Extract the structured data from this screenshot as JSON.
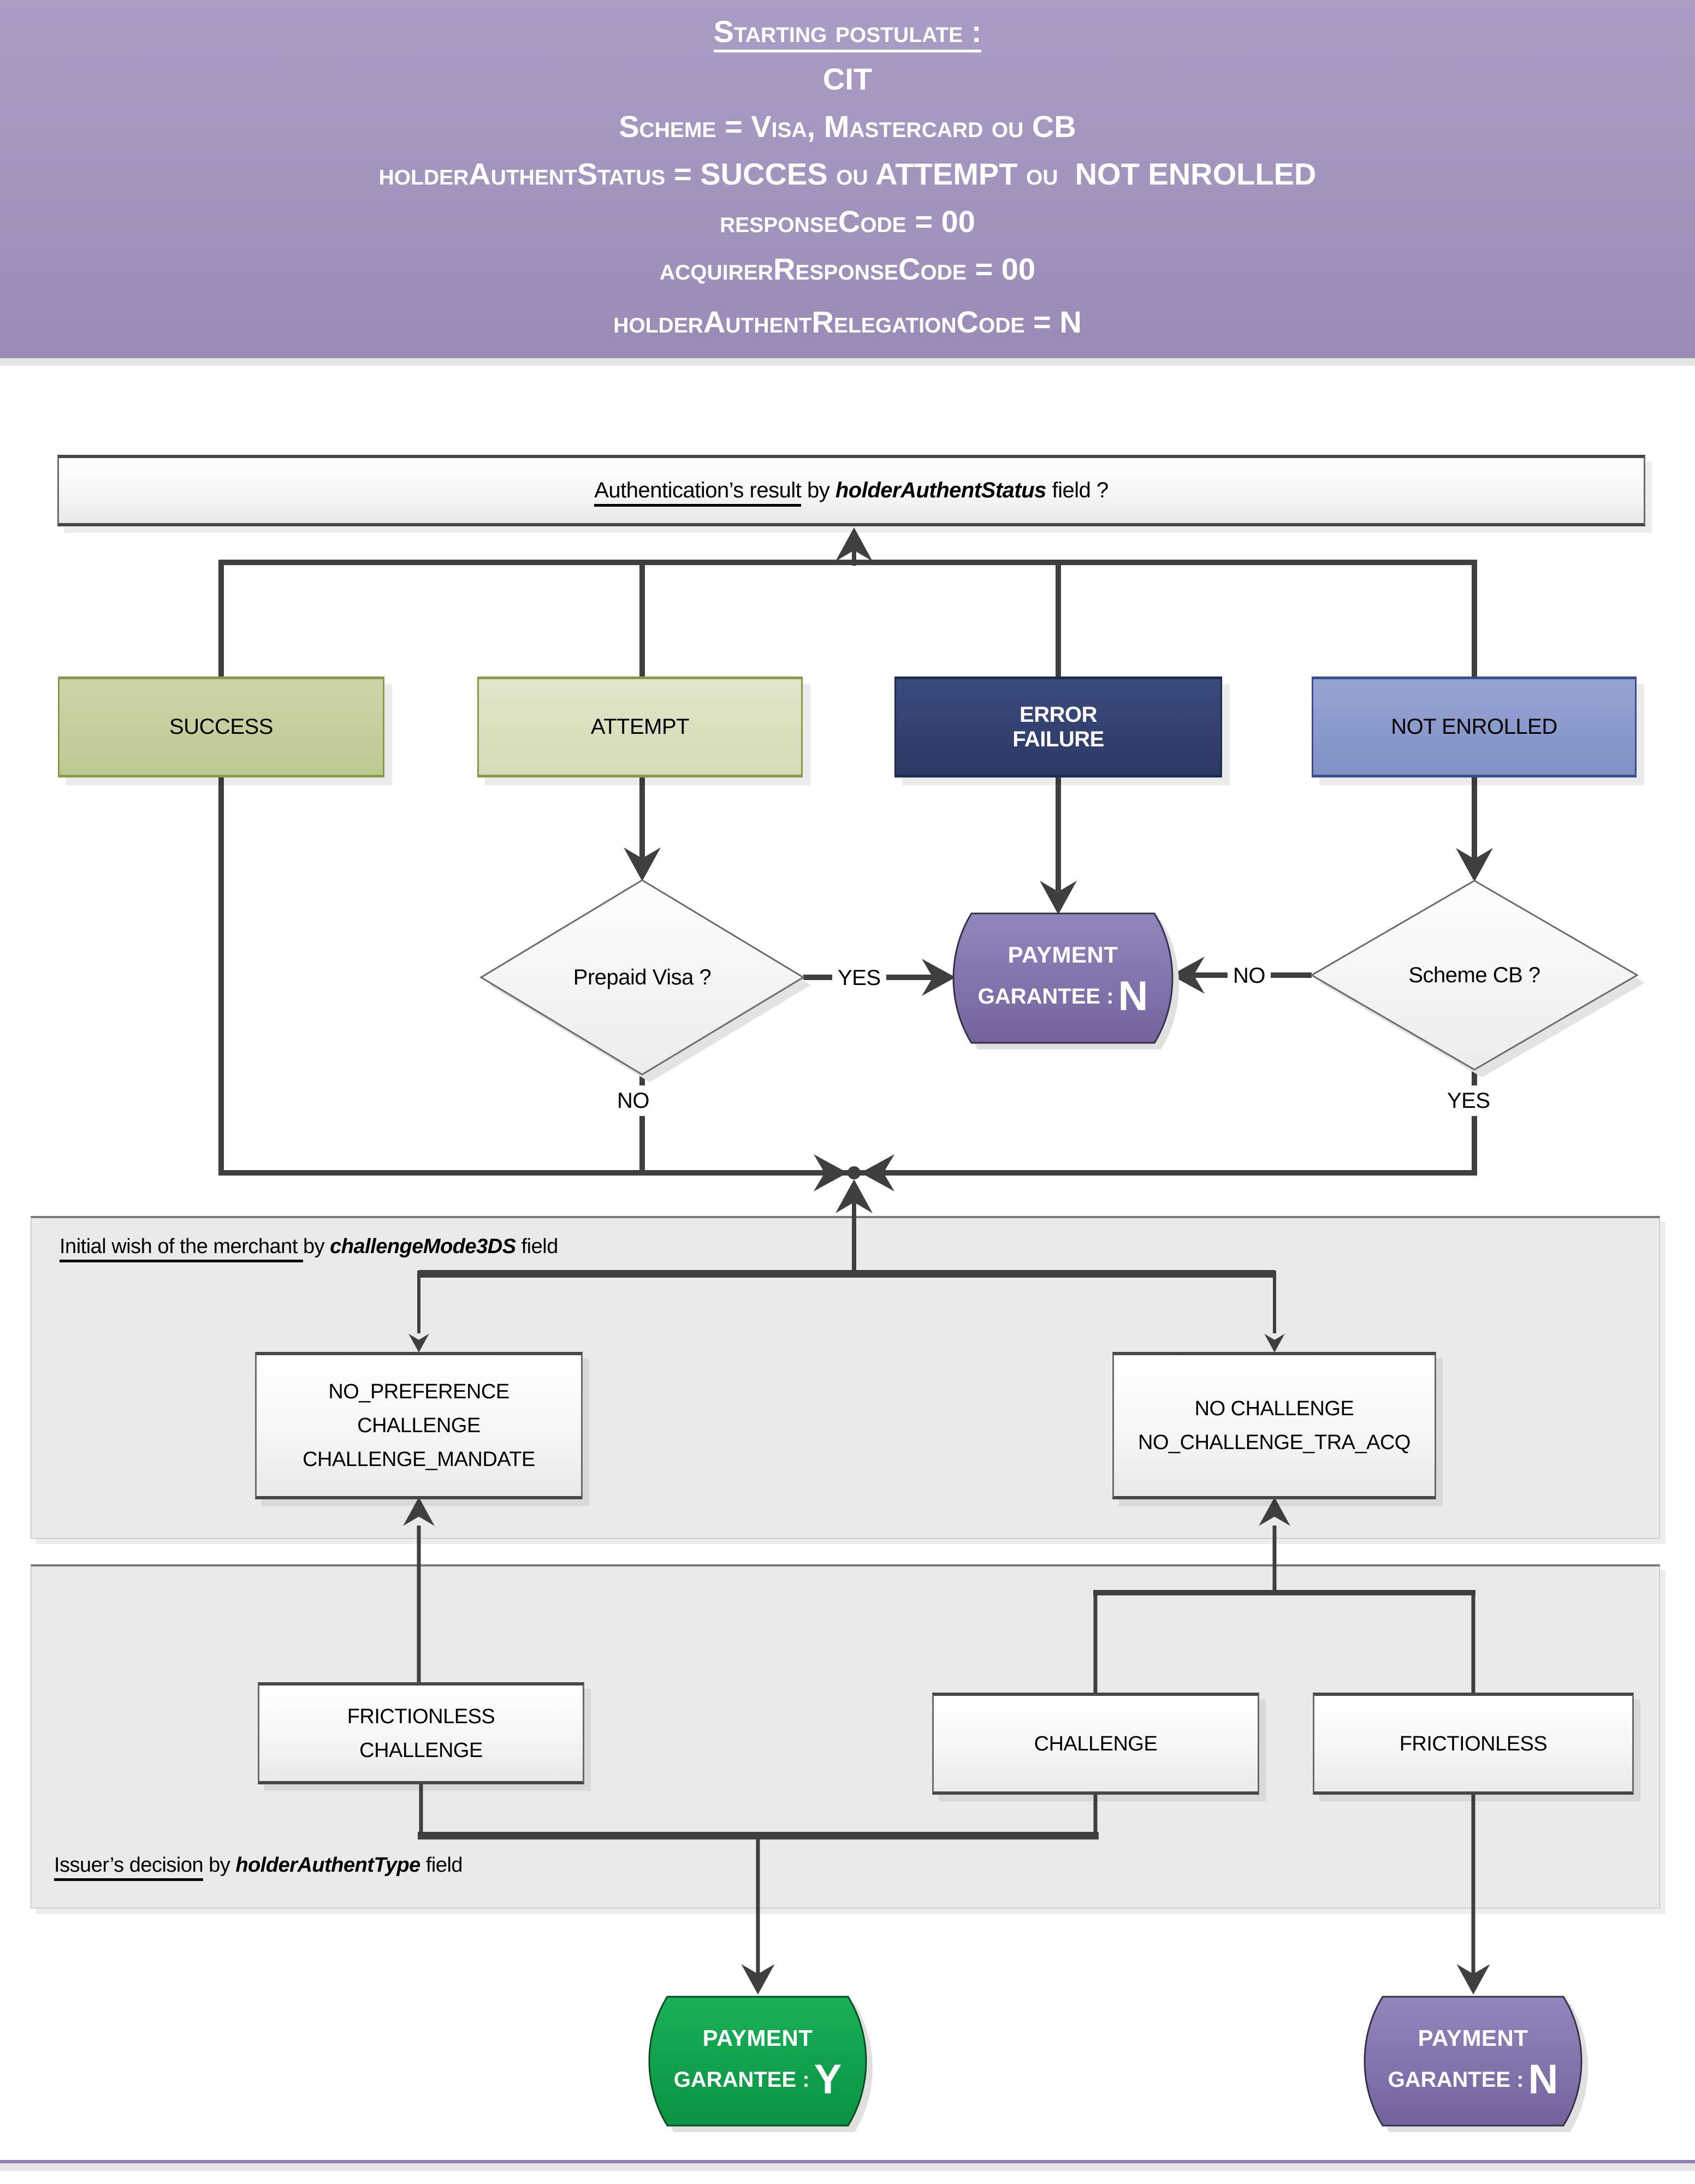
{
  "header": {
    "lines": [
      "Starting postulate :",
      "CIT",
      "Scheme = Visa, Mastercard ou CB",
      "holderAuthentStatus = SUCCES ou ATTEMPT ou  NOT ENROLLED",
      "responseCode = 00",
      "acquirerResponseCode = 00",
      "holderAuthentRelegationCode = N"
    ]
  },
  "question_box": {
    "underlined": "Authentication’s result",
    "mid": " by ",
    "field": "holderAuthentStatus",
    "tail": " field ?"
  },
  "status_row": {
    "success": "SUCCESS",
    "attempt": "ATTEMPT",
    "error_line1": "ERROR",
    "error_line2": "FAILURE",
    "not_enrolled": "NOT ENROLLED"
  },
  "decisions": {
    "prepaid_visa": "Prepaid Visa ?",
    "scheme_cb": "Scheme CB ?",
    "prepaid_yes": "YES",
    "prepaid_no": "NO",
    "cb_no": "NO",
    "cb_yes": "YES"
  },
  "payment_center": {
    "line1": "PAYMENT",
    "line2": "GARANTEE :",
    "value": "N"
  },
  "payment_guaranteed": {
    "line1": "PAYMENT",
    "line2": "GARANTEE :",
    "value": "Y"
  },
  "payment_not_guaranteed": {
    "line1": "PAYMENT",
    "line2": "GARANTEE :",
    "value": "N"
  },
  "merchant_panel": {
    "label_underlined": "Initial wish of the merchant ",
    "label_mid": "by ",
    "label_field": "challengeMode3DS",
    "label_tail": " field",
    "box_left": {
      "line1": "NO_PREFERENCE",
      "line2": "CHALLENGE",
      "line3": "CHALLENGE_MANDATE"
    },
    "box_right": {
      "line1": "NO CHALLENGE",
      "line2": "NO_CHALLENGE_TRA_ACQ"
    }
  },
  "issuer_panel": {
    "label_underlined": "Issuer’s decision",
    "label_mid": " by ",
    "label_field": "holderAuthentType",
    "label_tail": " field",
    "box_frictionless_challenge": {
      "line1": "FRICTIONLESS",
      "line2": "CHALLENGE"
    },
    "box_challenge": "CHALLENGE",
    "box_frictionless": "FRICTIONLESS"
  },
  "colors": {
    "header_purple": "#a195be",
    "success_green": "#c3cc98",
    "attempt_green": "#dae0c0",
    "error_navy": "#32406e",
    "not_enrolled_blue": "#8b9acc",
    "payment_purple": "#82739f",
    "payment_green": "#12a04c",
    "panel_gray": "#eaeaea",
    "connector_gray": "#3f3f3f",
    "bottom_rule_purple": "#8d7fae"
  }
}
